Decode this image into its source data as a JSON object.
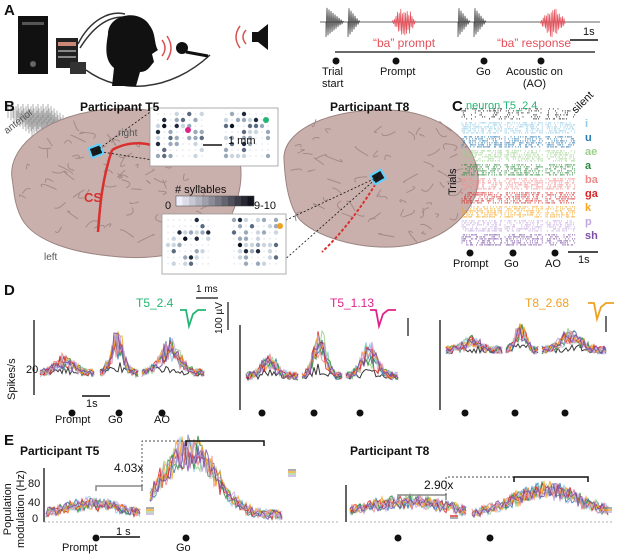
{
  "panels": {
    "a": {
      "letter": "A",
      "events": [
        "Trial\nstart",
        "Prompt",
        "Go",
        "Acoustic on\n(AO)"
      ],
      "prompt_label": "“ba” prompt",
      "response_label": "“ba” response",
      "scale_label": "1s",
      "accent_color": "#e3505a"
    },
    "b": {
      "letter": "B",
      "participant_t5": "Participant T5",
      "participant_t8": "Participant T8",
      "orient_right": "right",
      "orient_anterior": "anterior",
      "orient_left": "left",
      "cs_label": "CS",
      "scale_label": "1 mm",
      "colorbar_title": "# syllables",
      "colorbar_min": "0",
      "colorbar_max": "9-10"
    },
    "c": {
      "letter": "C",
      "title": "neuron T5_2.4",
      "ylabel": "Trials",
      "conditions": [
        {
          "label": "silent",
          "color": "#222222"
        },
        {
          "label": "i",
          "color": "#8ecae6"
        },
        {
          "label": "u",
          "color": "#2a7ab0"
        },
        {
          "label": "ae",
          "color": "#9bd18b"
        },
        {
          "label": "a",
          "color": "#2e8b3d"
        },
        {
          "label": "ba",
          "color": "#f08a8a"
        },
        {
          "label": "ga",
          "color": "#d62728"
        },
        {
          "label": "k",
          "color": "#f5a623"
        },
        {
          "label": "p",
          "color": "#c3a6e0"
        },
        {
          "label": "sh",
          "color": "#7b4fa6"
        }
      ],
      "events": [
        "Prompt",
        "Go",
        "AO"
      ],
      "scale_label": "1s"
    },
    "d": {
      "letter": "D",
      "ylabel": "Spikes/s",
      "ytick": "20",
      "scale_time": "1s",
      "wave_scale_time": "1 ms",
      "wave_scale_amp": "100 µV",
      "event_labels": [
        "Prompt",
        "Go",
        "AO"
      ],
      "neurons": [
        {
          "name": "T5_2.4",
          "color": "#22b573"
        },
        {
          "name": "T5_1.13",
          "color": "#e0218a"
        },
        {
          "name": "T8_2.68",
          "color": "#f0a020"
        }
      ]
    },
    "e": {
      "letter": "E",
      "ylabel": "Population\nmodulation (Hz)",
      "participant_t5": "Participant T5",
      "participant_t8": "Participant T8",
      "ratio_t5": "4.03x",
      "ratio_t8": "2.90x",
      "ytick_top": "80",
      "ytick_mid": "40",
      "ytick_zero": "0",
      "scale_time": "1 s",
      "event_labels": [
        "Prompt",
        "Go"
      ]
    }
  }
}
